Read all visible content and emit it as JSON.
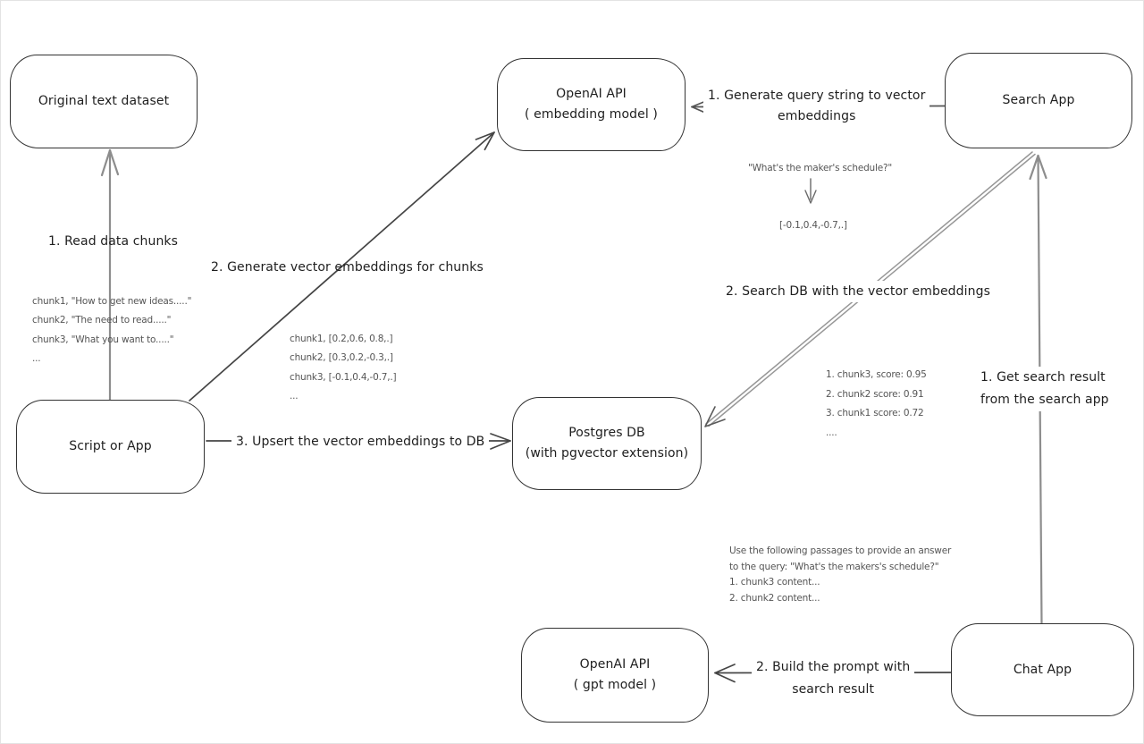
{
  "title": "RAG vector embeddings architecture diagram",
  "colors": {
    "background": "#ffffff",
    "ink": "#333333",
    "dark_line": "#454545",
    "gray_line": "#8d8d8d",
    "annotation_text": "#555555"
  },
  "nodes": {
    "original_dataset": {
      "label": "Original text dataset"
    },
    "openai_embedding": {
      "title": "OpenAI API",
      "subtitle": "( embedding model )"
    },
    "search_app": {
      "label": "Search App"
    },
    "script_or_app": {
      "label": "Script or App"
    },
    "postgres_db": {
      "title": "Postgres DB",
      "subtitle": "(with pgvector extension)"
    },
    "openai_gpt": {
      "title": "OpenAI API",
      "subtitle": "( gpt model )"
    },
    "chat_app": {
      "label": "Chat App"
    }
  },
  "edges": {
    "read_chunks": {
      "label": "1. Read data chunks"
    },
    "generate_embeddings": {
      "label": "2. Generate vector embeddings for chunks"
    },
    "upsert_embeddings": {
      "label": "3. Upsert the vector embeddings  to DB"
    },
    "query_to_vector": {
      "line1": "1. Generate query string to vector",
      "line2": "embeddings"
    },
    "search_db": {
      "label": "2. Search DB with the vector embeddings"
    },
    "get_search_result": {
      "line1": "1. Get search result",
      "line2": "from the search app"
    },
    "build_prompt": {
      "line1": "2. Build the prompt with",
      "line2": "search result"
    }
  },
  "annotations": {
    "chunk_texts": [
      "chunk1, \"How to get new ideas.....\"",
      "chunk2, \"The need to read.....\"",
      "chunk3, \"What you want to.....\"",
      "..."
    ],
    "chunk_vectors": [
      "chunk1, [0.2,0.6, 0.8,.]",
      "chunk2, [0.3,0.2,-0.3,.]",
      "chunk3, [-0.1,0.4,-0.7,.]",
      "..."
    ],
    "query_example": {
      "question": "\"What's the maker's schedule?\"",
      "vector": "[-0.1,0.4,-0.7,.]"
    },
    "search_scores": [
      "1. chunk3, score: 0.95",
      "2. chunk2 score: 0.91",
      "3. chunk1 score: 0.72",
      "...."
    ],
    "prompt_example": [
      "Use the following passages to provide an answer",
      "to the query: \"What's the makers's schedule?\"",
      "1. chunk3 content...",
      "2. chunk2 content..."
    ]
  }
}
